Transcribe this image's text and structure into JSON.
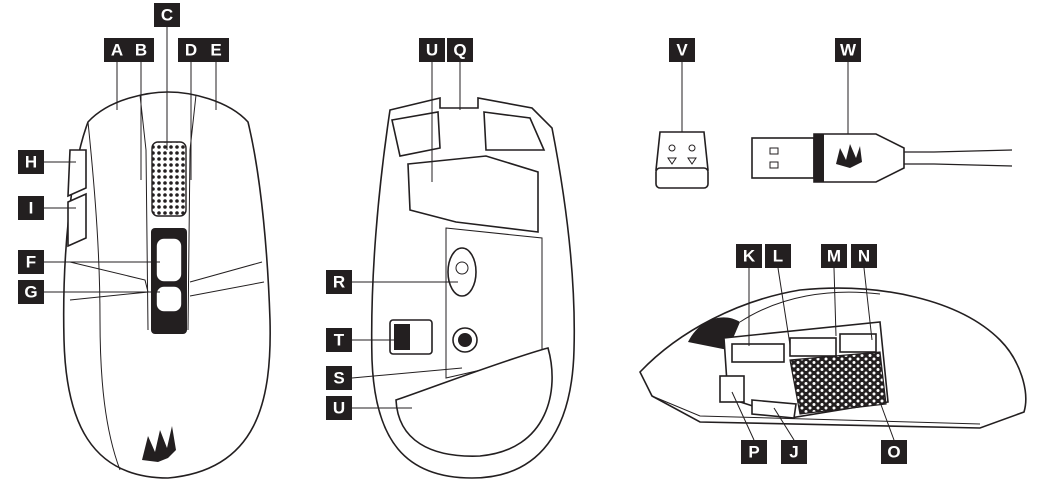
{
  "diagram": {
    "views": [
      "top-view",
      "bottom-view",
      "wireless-receiver",
      "usb-cable",
      "side-view"
    ],
    "callouts": {
      "A": "A",
      "B": "B",
      "C": "C",
      "D": "D",
      "E": "E",
      "F": "F",
      "G": "G",
      "H": "H",
      "I": "I",
      "J": "J",
      "K": "K",
      "L": "L",
      "M": "M",
      "N": "N",
      "O": "O",
      "P": "P",
      "Q": "Q",
      "R": "R",
      "S": "S",
      "T": "T",
      "U": "U",
      "V": "V",
      "W": "W"
    }
  },
  "colors": {
    "ink": "#231f20",
    "paper": "#ffffff"
  }
}
